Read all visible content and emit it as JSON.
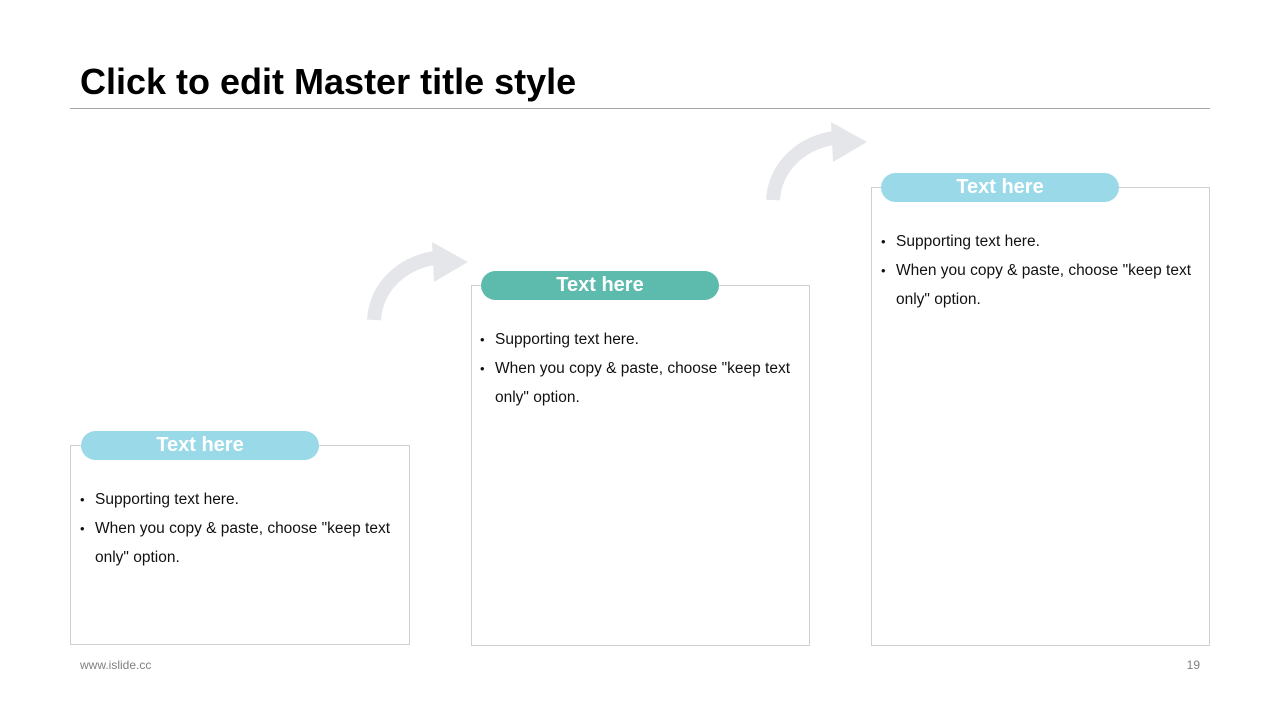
{
  "slide": {
    "title": "Click to edit Master title style",
    "footer_url": "www.islide.cc",
    "page_number": "19"
  },
  "colors": {
    "light_blue": "#9ad9e8",
    "teal": "#5cbbad",
    "arrow_gray": "#e4e6ea",
    "card_border": "#d0d0d0"
  },
  "steps": [
    {
      "label": "Text here",
      "color": "light_blue",
      "bullets": [
        "Supporting text here.",
        "When you copy & paste, choose \"keep text only\" option."
      ]
    },
    {
      "label": "Text here",
      "color": "teal",
      "bullets": [
        "Supporting text here.",
        "When you copy & paste, choose \"keep text only\" option."
      ]
    },
    {
      "label": "Text here",
      "color": "light_blue",
      "bullets": [
        "Supporting text here.",
        "When you copy & paste, choose \"keep text only\" option."
      ]
    }
  ],
  "icons": [
    "curved-arrow-icon",
    "curved-arrow-icon"
  ]
}
